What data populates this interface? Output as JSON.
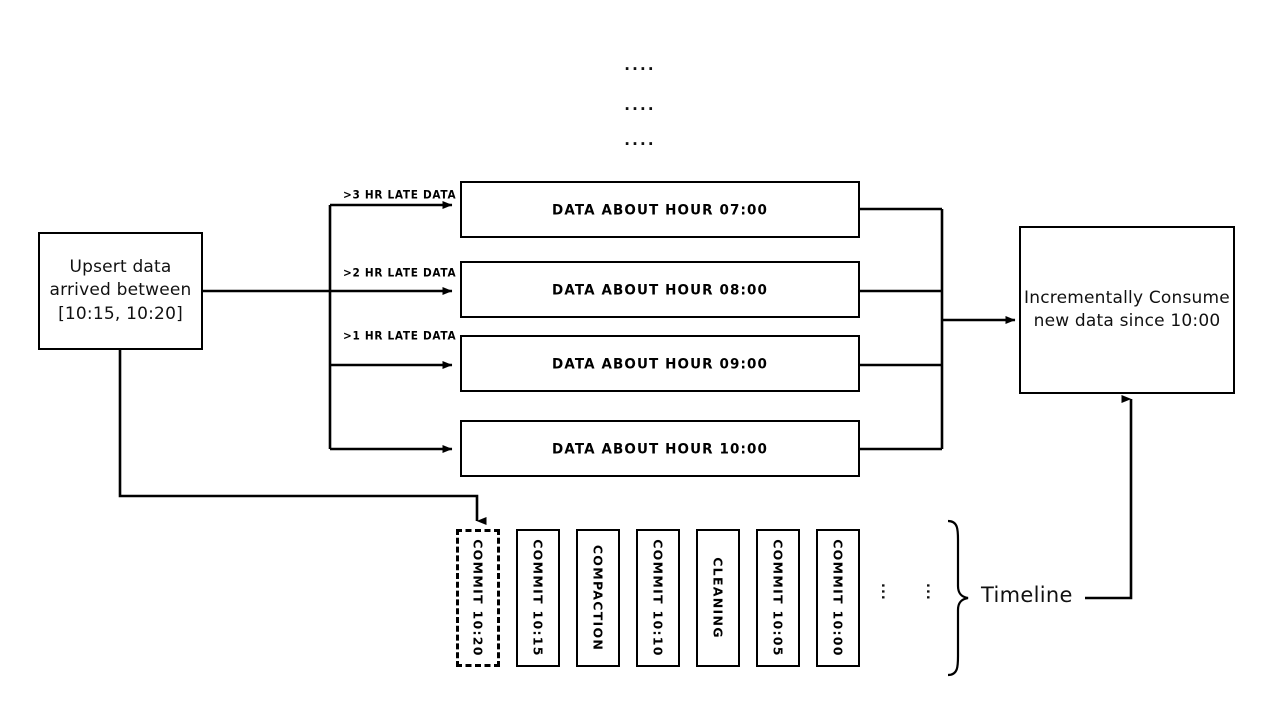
{
  "diagram": {
    "title_dots": [
      "....",
      "....",
      "...."
    ],
    "source_box": {
      "lines": [
        "Upsert data",
        "arrived between",
        "[10:15, 10:20]"
      ]
    },
    "branch_labels": [
      ">3 HR LATE DATA",
      ">2 HR LATE DATA",
      ">1 HR LATE DATA"
    ],
    "file_groups": [
      {
        "label": "DATA ABOUT HOUR 07:00"
      },
      {
        "label": "DATA ABOUT HOUR 08:00"
      },
      {
        "label": "DATA ABOUT HOUR 09:00"
      },
      {
        "label": "DATA ABOUT HOUR 10:00"
      }
    ],
    "consume_box": {
      "lines": [
        "Incrementally Consume",
        "new data since 10:00"
      ]
    },
    "timeline": {
      "caption": "Timeline",
      "ellipsis": [
        "...",
        "..."
      ],
      "instants": [
        {
          "label": "COMMIT 10:20",
          "style": "dashed"
        },
        {
          "label": "COMMIT 10:15",
          "style": "solid"
        },
        {
          "label": "COMPACTION",
          "style": "solid"
        },
        {
          "label": "COMMIT 10:10",
          "style": "solid"
        },
        {
          "label": "CLEANING",
          "style": "solid"
        },
        {
          "label": "COMMIT 10:05",
          "style": "solid"
        },
        {
          "label": "COMMIT 10:00",
          "style": "solid"
        }
      ]
    },
    "colors": {
      "stroke": "#000000",
      "background": "#ffffff",
      "text": "#111111"
    }
  }
}
